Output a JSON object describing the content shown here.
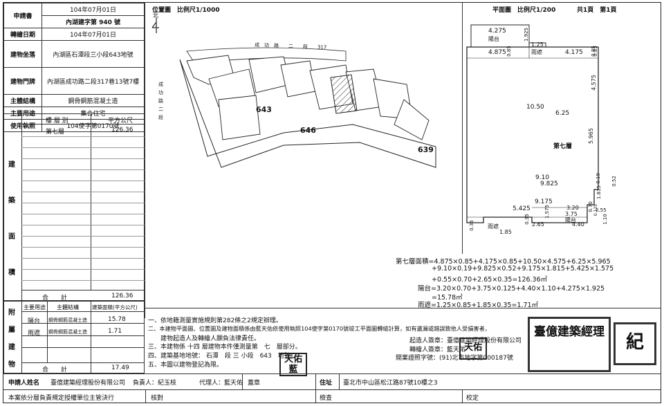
{
  "header": {
    "applicant_label": "申請書",
    "application_date": "104年07月01日",
    "application_no": "內湖建字第 940 號",
    "transfer_date_label": "轉繪日期",
    "transfer_date": "104年07月01日",
    "location_label": "建物坐落",
    "location": "內湖區石潭段三小段643地號",
    "address_label": "建物門牌",
    "address": "內湖區成功路二段317巷13號7樓",
    "structure_label": "主體結構",
    "structure": "鋼骨鋼筋混凝土造",
    "use_label": "主要用途",
    "use": "集合住宅",
    "permit_label": "使用執照",
    "permit": "104使字第0170號"
  },
  "building_table": {
    "side_label": [
      "建",
      "築",
      "面",
      "積"
    ],
    "col_floor": "樓 層 別",
    "col_area": "平方公尺",
    "rows": [
      {
        "floor": "第七層",
        "area": "126.36"
      }
    ],
    "total_label": "合　　計",
    "total_value": "126.36"
  },
  "annex_table": {
    "side_label": [
      "附",
      "屬",
      "建",
      "物"
    ],
    "col_use": "主要用途",
    "col_structure": "主體結構",
    "col_area": "建築面積(平方公尺)",
    "rows": [
      {
        "use": "陽台",
        "structure": "鋼骨鋼筋混凝土造",
        "area": "15.78"
      },
      {
        "use": "雨遮",
        "structure": "鋼骨鋼筋混凝土造",
        "area": "1.71"
      }
    ],
    "total_label": "合　　計",
    "total_value": "17.49"
  },
  "location_map": {
    "title": "位置圖　比例尺1/1000",
    "north": "北",
    "road_top": "成　功　路　　二　　段　　317",
    "road_left": "成　功　路　二　段",
    "parcels": [
      "643",
      "646",
      "639"
    ]
  },
  "floor_plan": {
    "title": "平面圖　比例尺1/200",
    "page": "共1頁　第1頁",
    "room_label": "第七層",
    "balcony_label": "陽台",
    "canopy_label": "雨遮",
    "dims": [
      "4.275",
      "1.925",
      "1.25",
      "4.875",
      "0.85",
      "0.85",
      "4.175",
      "0.85",
      "4.575",
      "10.50",
      "6.25",
      "5.965",
      "0.19",
      "9.10",
      "9.825",
      "0.52",
      "1.815",
      "9.175",
      "5.425",
      "1.575",
      "3.20",
      "0.70",
      "3.75",
      "0.55",
      "0.125",
      "0.35",
      "2.65",
      "4.40",
      "1.10",
      "1.85",
      "0.35"
    ]
  },
  "formulas": [
    "第七層面積=4.875×0.85+4.175×0.85+10.50×4.575+6.25×5.965",
    "+9.10×0.19+9.825×0.52+9.175×1.815+5.425×1.575",
    "+0.55×0.70+2.65×0.35=126.36㎡",
    "陽台=3.20×0.70+3.75×0.125+4.40×1.10+4.275×1.925",
    "=15.78㎡",
    "雨遮=1.25×0.85+1.85×0.35=1.71㎡"
  ],
  "notes": [
    "一、依地籍測量實施規則第282條之2規定辦理。",
    "二、本建物平面圖、位置圖及建物面積係由藍天佑依使用執照104使字第0170號竣工平面圖轉繪計算，如有遺漏或錯誤致他人受損害者，",
    "　　建物起造人及轉繪人願負法律責任。",
    "三、本建物係 十四 層建物本件僅測量第　七　層部分。",
    "四、建築基地地號： 石潭　段 三 小段　643　地號。",
    "五、本圖以建物登記為限。"
  ],
  "signers": {
    "builder": "起造人簽章：臺億建築經理股份有限公司",
    "drafter": "轉繪人簽章：藍天佑",
    "license": "開業證照字號：(91)北市地字第000187號"
  },
  "stamps": {
    "seal_small": "天佑",
    "seal_small2": "藍",
    "seal_big": "臺億建築經理",
    "seal_right": "紀"
  },
  "footer": {
    "applicant_label": "申請人姓名",
    "applicant": "臺億建築經理股份有限公司",
    "rep_label": "負責人：紀玉枝",
    "agent_label": "代理人：藍天佑",
    "seal_label": "蓋章",
    "address_label": "住址",
    "address": "臺北市中山區松江路87號10樓之3",
    "bottom_left": "本案依分層負責規定授權單位主管決行",
    "check1": "核對",
    "check2": "檢查",
    "check3": "校定"
  }
}
